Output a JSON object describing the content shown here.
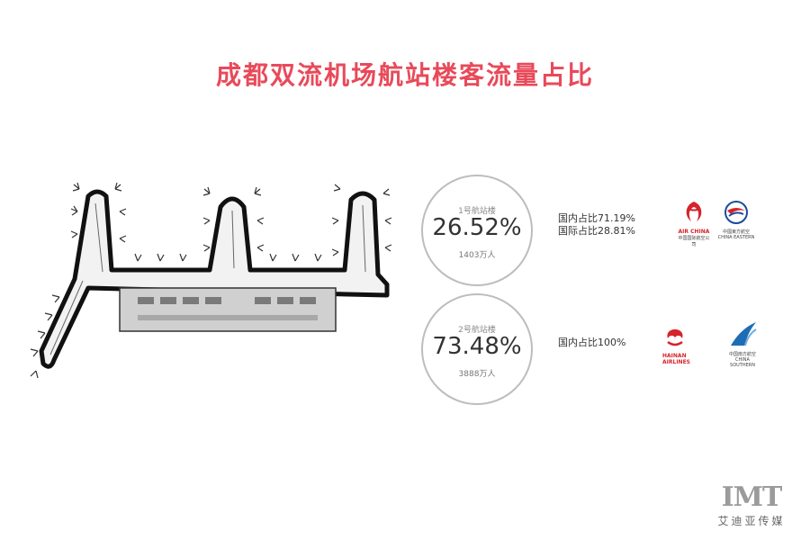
{
  "title": "成都双流机场航站楼客流量占比",
  "terminals": [
    {
      "name": "1号航站楼",
      "share": "26.52%",
      "volume": "1403万人",
      "info": [
        "国内占比71.19%",
        "国际占比28.81%"
      ],
      "airlines": [
        {
          "caption": "AIR CHINA",
          "subcaption": "中国国际航空公司",
          "color": "#d6232c"
        },
        {
          "caption": "中國東方航空",
          "subcaption": "CHINA EASTERN",
          "color": "#1c4c9c"
        }
      ]
    },
    {
      "name": "2号航站楼",
      "share": "73.48%",
      "volume": "3888万人",
      "info": [
        "国内占比100%"
      ],
      "airlines": [
        {
          "caption": "HAINAN AIRLINES",
          "color": "#d6232c"
        },
        {
          "caption": "中国南方航空",
          "subcaption": "CHINA SOUTHERN",
          "color": "#1e6db4"
        }
      ]
    }
  ],
  "watermark": {
    "logo": "IMT",
    "name": "艾迪亚传媒"
  }
}
